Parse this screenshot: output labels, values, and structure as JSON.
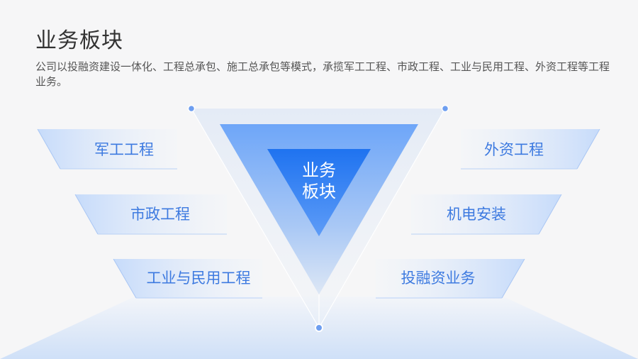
{
  "header": {
    "title": "业务板块",
    "description": "公司以投融资建设一体化、工程总承包、施工总承包等模式，承揽军工工程、市政工程、工业与民用工程、外资工程等工程业务。"
  },
  "diagram": {
    "center": {
      "line1": "业务",
      "line2": "板块"
    },
    "left_items": [
      {
        "label": "军工工程"
      },
      {
        "label": "市政工程"
      },
      {
        "label": "工业与民用工程"
      }
    ],
    "right_items": [
      {
        "label": "外资工程"
      },
      {
        "label": "机电安装"
      },
      {
        "label": "投融资业务"
      }
    ]
  },
  "colors": {
    "accent": "#2a7ef5",
    "accent_light": "#7fb0f8",
    "label_text": "#3d7ae0",
    "banner_fill": "#cfe0fa",
    "background": "#f6f6f7"
  }
}
